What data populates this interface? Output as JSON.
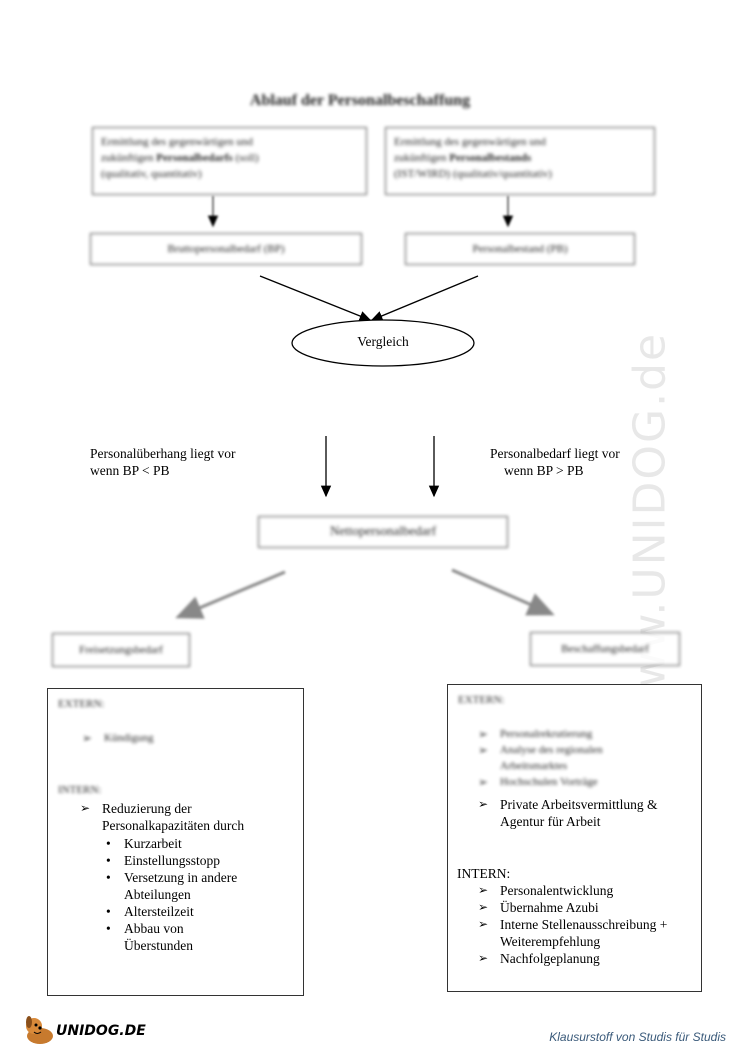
{
  "title": "Ablauf der Personalbeschaffung",
  "watermark": "www.UNIDOG.de",
  "top_left_box": {
    "line1": "Ermittlung des gegenwärtigen und",
    "line2_pre": "zukünftigen ",
    "line2_bold": "Personalbedarfs",
    "line2_post": " (soll)",
    "line3": "(qualitativ, quantitativ)"
  },
  "top_right_box": {
    "line1": "Ermittlung des gegenwärtigen und",
    "line2_pre": "zukünftigen ",
    "line2_bold": "Personalbestands",
    "line3": "(IST/WIRD) (qualitativ/quantitativ)"
  },
  "bp_box": "Bruttopersonalbedarf (BP)",
  "pb_box": "Personalbestand (PB)",
  "compare": "Vergleich",
  "left_condition": [
    "Personalüberhang liegt vor",
    "wenn BP < PB"
  ],
  "right_condition": [
    "Personalbedarf liegt vor",
    "wenn BP > PB"
  ],
  "netto": "Nettopersonalbedarf",
  "left_need": "Freisetzungsbedarf",
  "right_need": "Beschaffungsbedarf",
  "left_panel": {
    "extern_label": "EXTERN:",
    "extern_items": [
      "Kündigung"
    ],
    "intern_label": "INTERN:",
    "intern_item": [
      "Reduzierung der",
      "Personalkapazitäten durch"
    ],
    "intern_subitems": [
      "Kurzarbeit",
      "Einstellungsstopp",
      "Versetzung in andere Abteilungen",
      "Altersteilzeit",
      "Abbau von Überstunden"
    ]
  },
  "right_panel": {
    "extern_label": "EXTERN:",
    "extern_items_blurred": [
      "Personalrekrutierung",
      "Analyse des regionalen Arbeitsmarktes",
      "Hochschulen Vorträge"
    ],
    "extern_item_clear": [
      "Private Arbeitsvermittlung &",
      "Agentur für Arbeit"
    ],
    "intern_label": "INTERN:",
    "intern_items": [
      "Personalentwicklung",
      "Übernahme Azubi",
      "Interne Stellenausschreibung + Weiterempfehlung",
      "Nachfolgeplanung"
    ]
  },
  "footer": {
    "logo": "UNIDOG.DE",
    "tagline": "Klausurstoff von Studis für Studis"
  }
}
